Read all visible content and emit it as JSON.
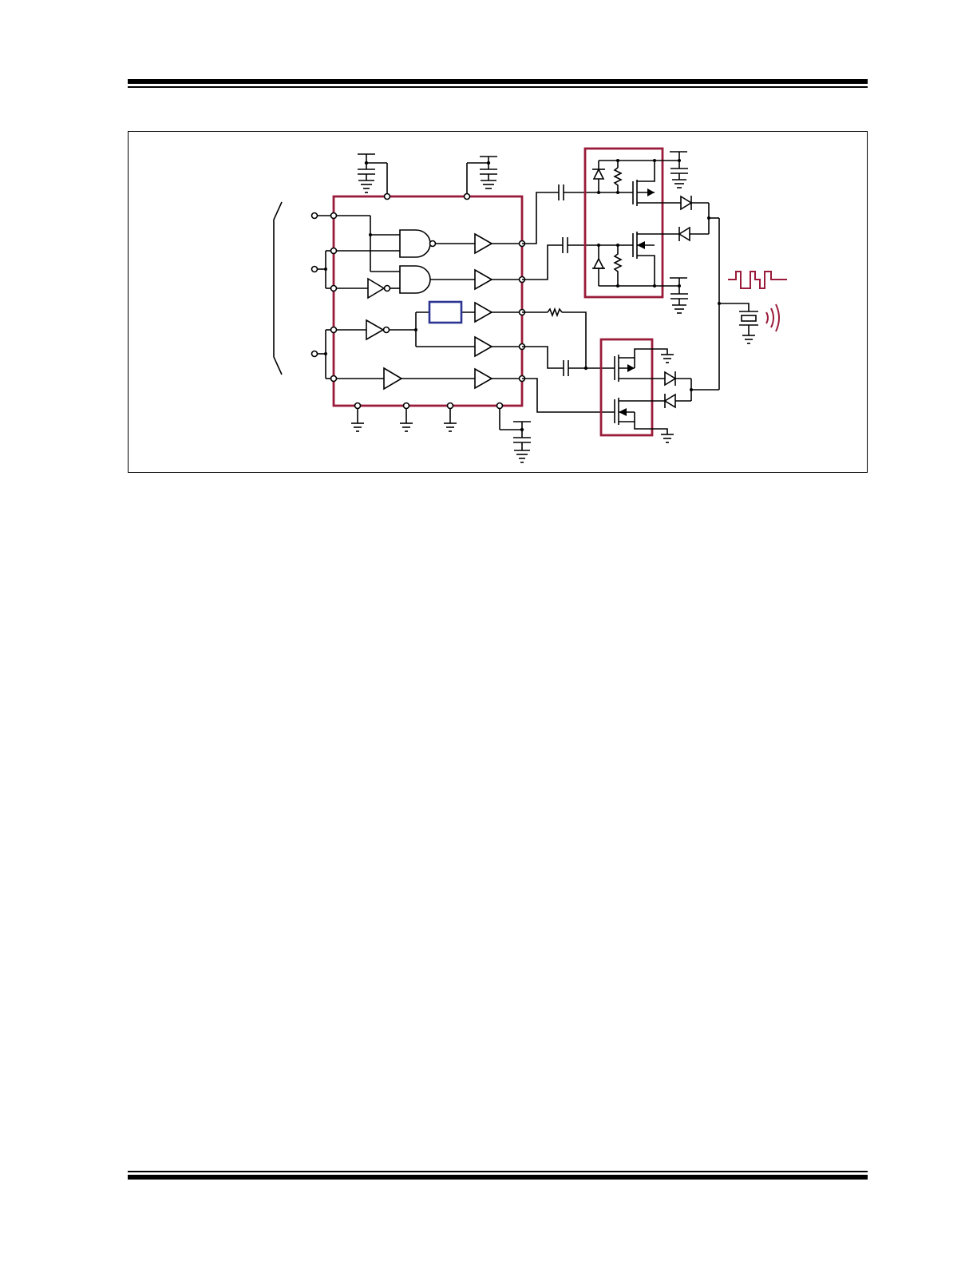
{
  "header": {
    "rule_style": "double"
  },
  "footer": {
    "rule_style": "double"
  },
  "figure": {
    "type": "circuit-schematic",
    "labels": [],
    "colors": {
      "wire": "#000000",
      "ic_outline": "#9a1b3a",
      "highlight_block": "#2b3490",
      "signal_waveform": "#9a1b3a",
      "frame": "#000000"
    },
    "components": {
      "logic_gates": [
        "nand-gate",
        "and-gate",
        "inverter",
        "inverter"
      ],
      "buffers": 6,
      "mosfet_groups": [
        "high-side-mosfet-pair",
        "low-side-mosfet-pair"
      ],
      "output_device": "piezo-transducer"
    },
    "icons": [
      "square-wave-icon",
      "sound-waves-icon",
      "ground-icon",
      "supply-icon",
      "capacitor-icon",
      "diode-icon",
      "resistor-icon"
    ]
  }
}
